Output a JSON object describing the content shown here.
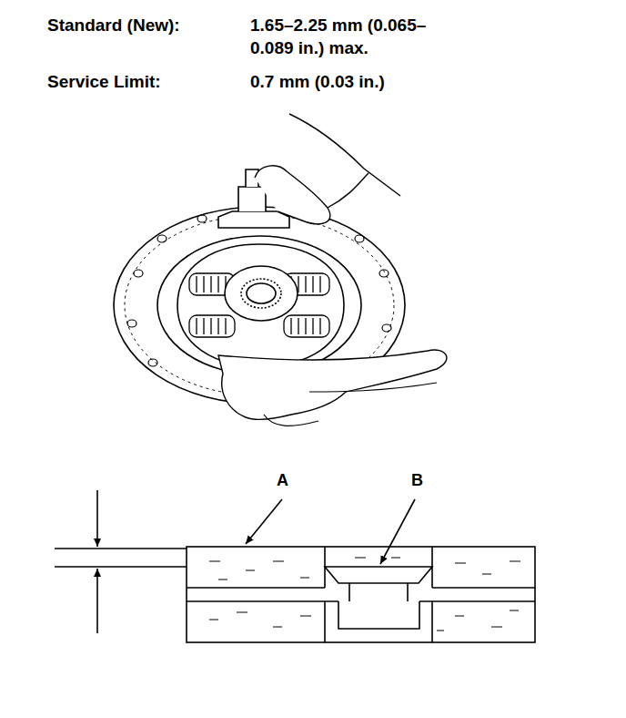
{
  "diagram": {
    "labels": [
      "Standard (New):",
      "1.65–2.25 mm (0.065–0.089 in.) max.",
      "Service Limit:",
      "0.7 mm (0.03 in.)",
      "A",
      "B"
    ]
  }
}
